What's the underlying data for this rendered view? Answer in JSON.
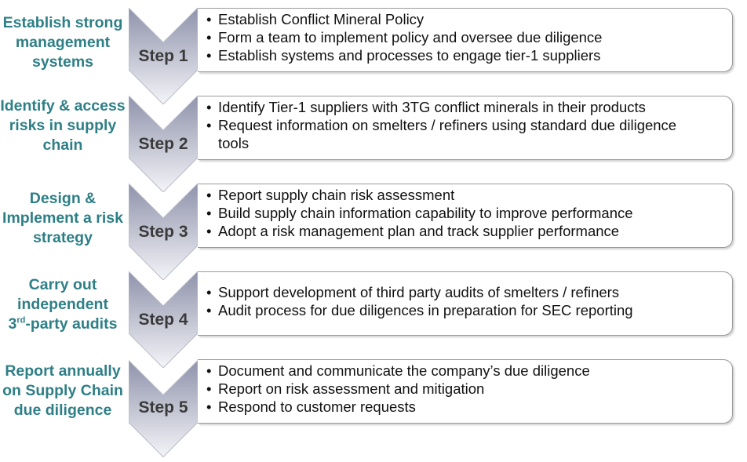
{
  "colors": {
    "goal_text": "#2e7f86",
    "chevron_top": "#8f93ab",
    "chevron_bottom": "#f4f4f8",
    "step_text": "#3a3a3a"
  },
  "steps": [
    {
      "goal": [
        "Establish strong",
        "management",
        "systems"
      ],
      "label": "Step 1",
      "bullets": [
        "Establish Conflict Mineral Policy",
        "Form a team to implement policy and oversee due diligence",
        "Establish systems and processes to engage tier-1 suppliers"
      ]
    },
    {
      "goal": [
        "Identify & access",
        "risks in supply",
        "chain"
      ],
      "label": "Step 2",
      "bullets": [
        "Identify Tier-1 suppliers with 3TG conflict minerals in their products",
        "Request information on smelters / refiners using standard due diligence tools"
      ]
    },
    {
      "goal": [
        "Design &",
        "Implement a risk",
        "strategy"
      ],
      "label": "Step 3",
      "bullets": [
        "Report supply chain risk assessment",
        "Build supply chain information capability to improve performance",
        "Adopt a risk management plan and track supplier performance"
      ]
    },
    {
      "goal": [
        "Carry out",
        "independent"
      ],
      "goal_line3": {
        "prefix": "3",
        "sup": "rd",
        "suffix": "-party audits"
      },
      "label": "Step 4",
      "bullets": [
        "Support development of third party audits of smelters / refiners",
        "Audit process for due diligences in preparation for SEC reporting"
      ]
    },
    {
      "goal": [
        "Report annually",
        "on Supply Chain",
        "due diligence"
      ],
      "label": "Step 5",
      "bullets": [
        "Document and communicate the company’s due diligence",
        "Report on risk assessment and mitigation",
        "Respond to customer requests"
      ]
    }
  ]
}
